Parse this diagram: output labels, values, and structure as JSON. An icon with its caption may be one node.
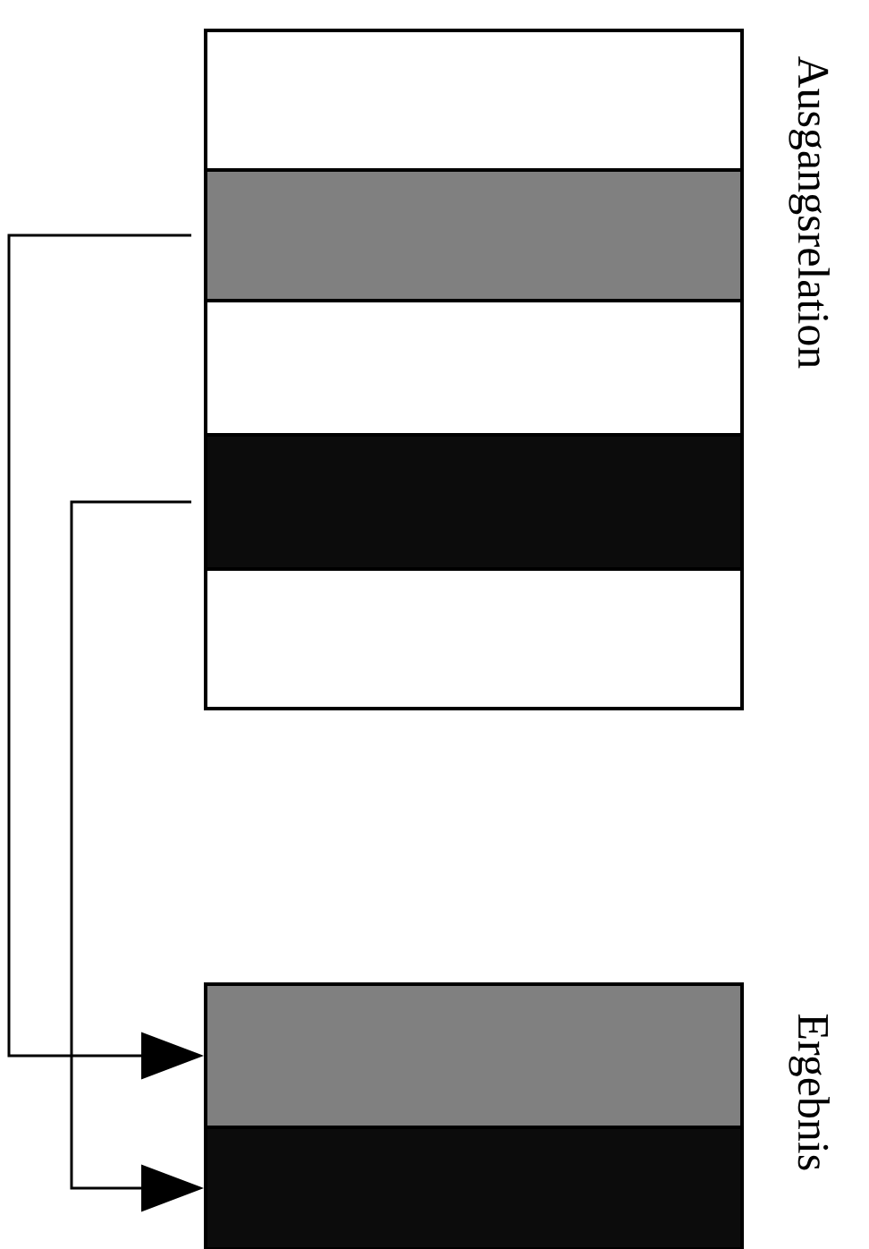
{
  "diagram": {
    "nodes": [
      {
        "text": [],
        "shape": "bar"
      },
      {
        "text": [],
        "shape": "bar"
      },
      {
        "text": [],
        "shape": "bar"
      },
      {
        "text": [],
        "shape": "bar"
      },
      {
        "text": [],
        "shape": "bar"
      },
      {
        "text": [],
        "shape": "bar"
      },
      {
        "text": [],
        "shape": "bar"
      }
    ],
    "edges": [
      {
        "from": 1,
        "to": 5,
        "arrow": "to"
      },
      {
        "from": 3,
        "to": 6,
        "arrow": "to"
      }
    ],
    "labels": [
      "Ausgangsrelation",
      "Ergebnis"
    ]
  }
}
